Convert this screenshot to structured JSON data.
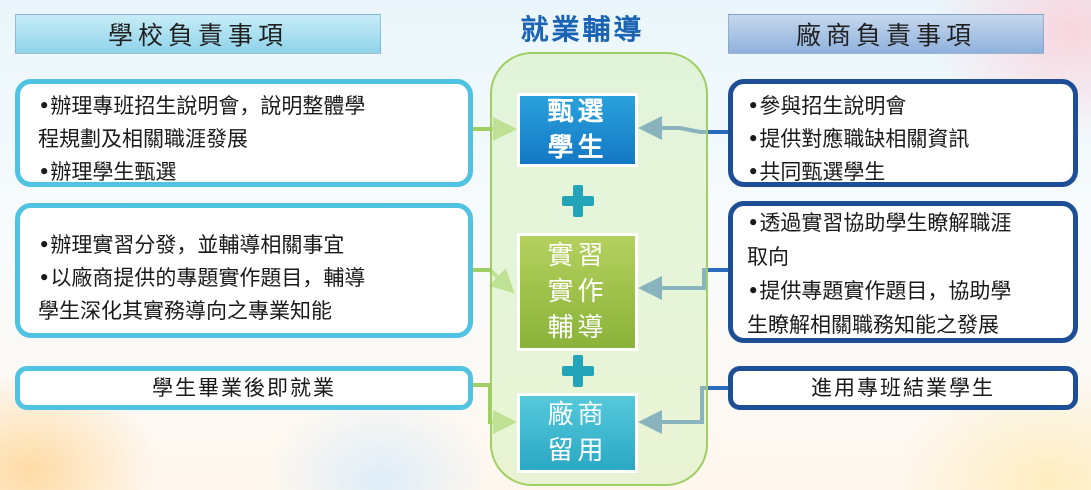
{
  "header": {
    "left_title": "學校負責事項",
    "center_title": "就業輔導",
    "right_title": "廠商負責事項"
  },
  "steps": [
    {
      "lines": [
        "甄選",
        "學生"
      ]
    },
    {
      "lines": [
        "實習",
        "實作",
        "輔導"
      ]
    },
    {
      "lines": [
        "廠商",
        "留用"
      ]
    }
  ],
  "school": [
    {
      "lines": [
        "•辦理專班招生說明會，說明整體學",
        "程規劃及相關職涯發展",
        "•辦理學生甄選"
      ]
    },
    {
      "lines": [
        "•辦理實習分發，並輔導相關事宜",
        "•以廠商提供的專題實作題目，輔導",
        "學生深化其實務導向之專業知能"
      ]
    },
    {
      "lines": [
        "學生畢業後即就業"
      ]
    }
  ],
  "company": [
    {
      "lines": [
        "•參與招生說明會",
        "•提供對應職缺相關資訊",
        "•共同甄選學生"
      ]
    },
    {
      "lines": [
        "•透過實習協助學生瞭解職涯",
        "取向",
        "•提供專題實作題目，協助學",
        "生瞭解相關職務知能之發展"
      ]
    },
    {
      "lines": [
        "進用專班結業學生"
      ]
    }
  ],
  "colors": {
    "school_border": "#4fc3e1",
    "company_border": "#1e4f96",
    "left_arrow": "#9fcf62",
    "right_arrow": "#2a6bbd"
  }
}
